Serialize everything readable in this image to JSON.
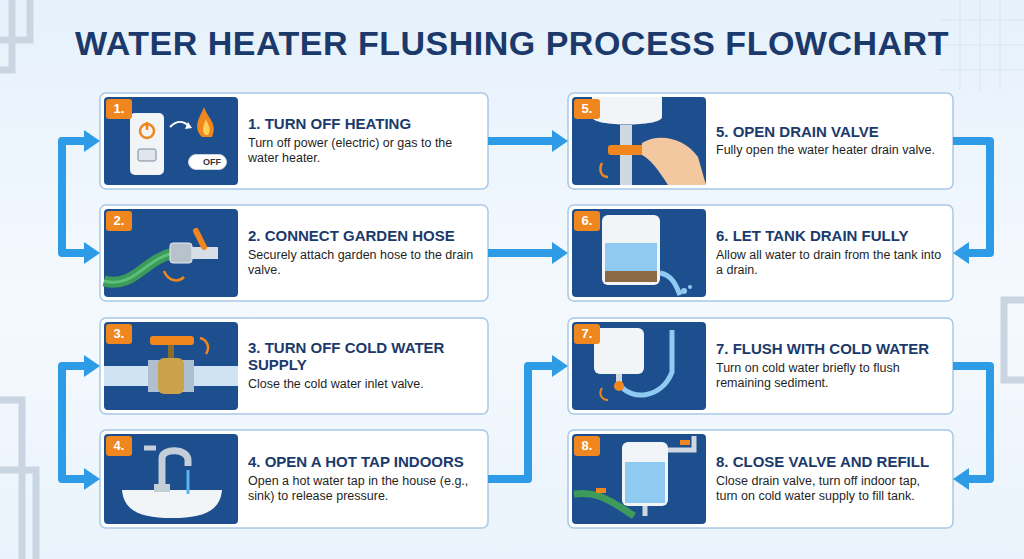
{
  "diagram": {
    "title": "WATER HEATER FLUSHING PROCESS FLOWCHART",
    "nodes": [
      {
        "text": [
          "1. TURN OFF HEATING",
          "Turn off power (electric) or gas to the water heater."
        ]
      },
      {
        "text": [
          "2. CONNECT GARDEN HOSE",
          "Securely attach garden hose to the drain valve."
        ]
      },
      {
        "text": [
          "3. TURN OFF COLD WATER SUPPLY",
          "Close the cold water inlet valve."
        ]
      },
      {
        "text": [
          "4. OPEN A HOT TAP INDOORS",
          "Open a hot water tap in the house (e.g., sink) to release pressure."
        ]
      },
      {
        "text": [
          "5. OPEN DRAIN VALVE",
          "Fully open the water heater drain valve."
        ]
      },
      {
        "text": [
          "6. LET TANK DRAIN FULLY",
          "Allow all water to drain from the tank into a drain."
        ]
      },
      {
        "text": [
          "7. FLUSH WITH COLD WATER",
          "Turn on cold water briefly to flush remaining sediment."
        ]
      },
      {
        "text": [
          "8. CLOSE VALVE AND REFILL",
          "Close drain valve, turn off indoor tap, turn on cold water supply to fill tank."
        ]
      }
    ],
    "edges": [
      {
        "from": 0,
        "to": 1,
        "arrow": "both"
      },
      {
        "from": 0,
        "to": 4,
        "arrow": "to"
      },
      {
        "from": 1,
        "to": 5,
        "arrow": "to"
      },
      {
        "from": 2,
        "to": 3,
        "arrow": "both"
      },
      {
        "from": 3,
        "to": 6,
        "arrow": "to"
      },
      {
        "from": 4,
        "to": 5,
        "arrow": "to"
      },
      {
        "from": 6,
        "to": 7,
        "arrow": "to"
      }
    ],
    "labels": [
      "1.",
      "OFF",
      "2.",
      "3.",
      "4.",
      "5.",
      "6.",
      "7.",
      "8."
    ]
  }
}
